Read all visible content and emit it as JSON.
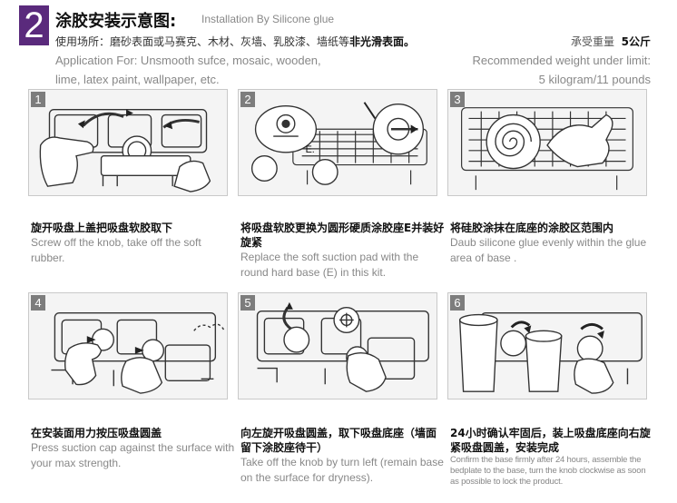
{
  "header": {
    "step_number": "2",
    "title_cn": "涂胶安装示意图:",
    "title_en": "Installation By Silicone glue",
    "usage_cn": "使用场所：磨砂表面或马赛克、木材、灰墙、乳胶漆、墙纸等",
    "usage_cn_bold": "非光滑表面。",
    "usage_en_line1": "Application For: Unsmooth sufce, mosaic, wooden,",
    "usage_en_line2": "lime, latex paint, wallpaper, etc.",
    "weight_cn": "承受重量",
    "weight_cn_value": "5公斤",
    "weight_en_line1": "Recommended weight under limit:",
    "weight_en_line2": "5 kilogram/11 pounds"
  },
  "steps": [
    {
      "num": "1",
      "cn": "旋开吸盘上盖把吸盘软胶取下",
      "en": "Screw off the knob, take off the soft rubber.",
      "icon": "unscrew-knob-illustration"
    },
    {
      "num": "2",
      "cn": "将吸盘软胶更换为圆形硬质涂胶座E并装好旋紧",
      "en": "Replace the soft suction pad with the round hard base (E) in this kit.",
      "label": "E.",
      "icon": "replace-base-illustration"
    },
    {
      "num": "3",
      "cn": "将硅胶涂抹在底座的涂胶区范围内",
      "en": "Daub silicone glue evenly within the glue area of base .",
      "icon": "apply-glue-illustration"
    },
    {
      "num": "4",
      "cn": "在安装面用力按压吸盘圆盖",
      "en": "Press suction cap against the surface with your max strength.",
      "icon": "press-cap-illustration"
    },
    {
      "num": "5",
      "cn": "向左旋开吸盘圆盖，取下吸盘底座（墙面留下涂胶座待干）",
      "en": "Take off the knob by turn left (remain base on the surface for dryness).",
      "icon": "remove-knob-illustration"
    },
    {
      "num": "6",
      "cn": "24小时确认牢固后，装上吸盘底座向右旋紧吸盘圆盖，安装完成",
      "en": "Confirm the base firmly after 24 hours, assemble the bedplate to the base, turn the knob clockwise as soon as possible to lock the product.",
      "icon": "final-assembly-illustration"
    }
  ]
}
